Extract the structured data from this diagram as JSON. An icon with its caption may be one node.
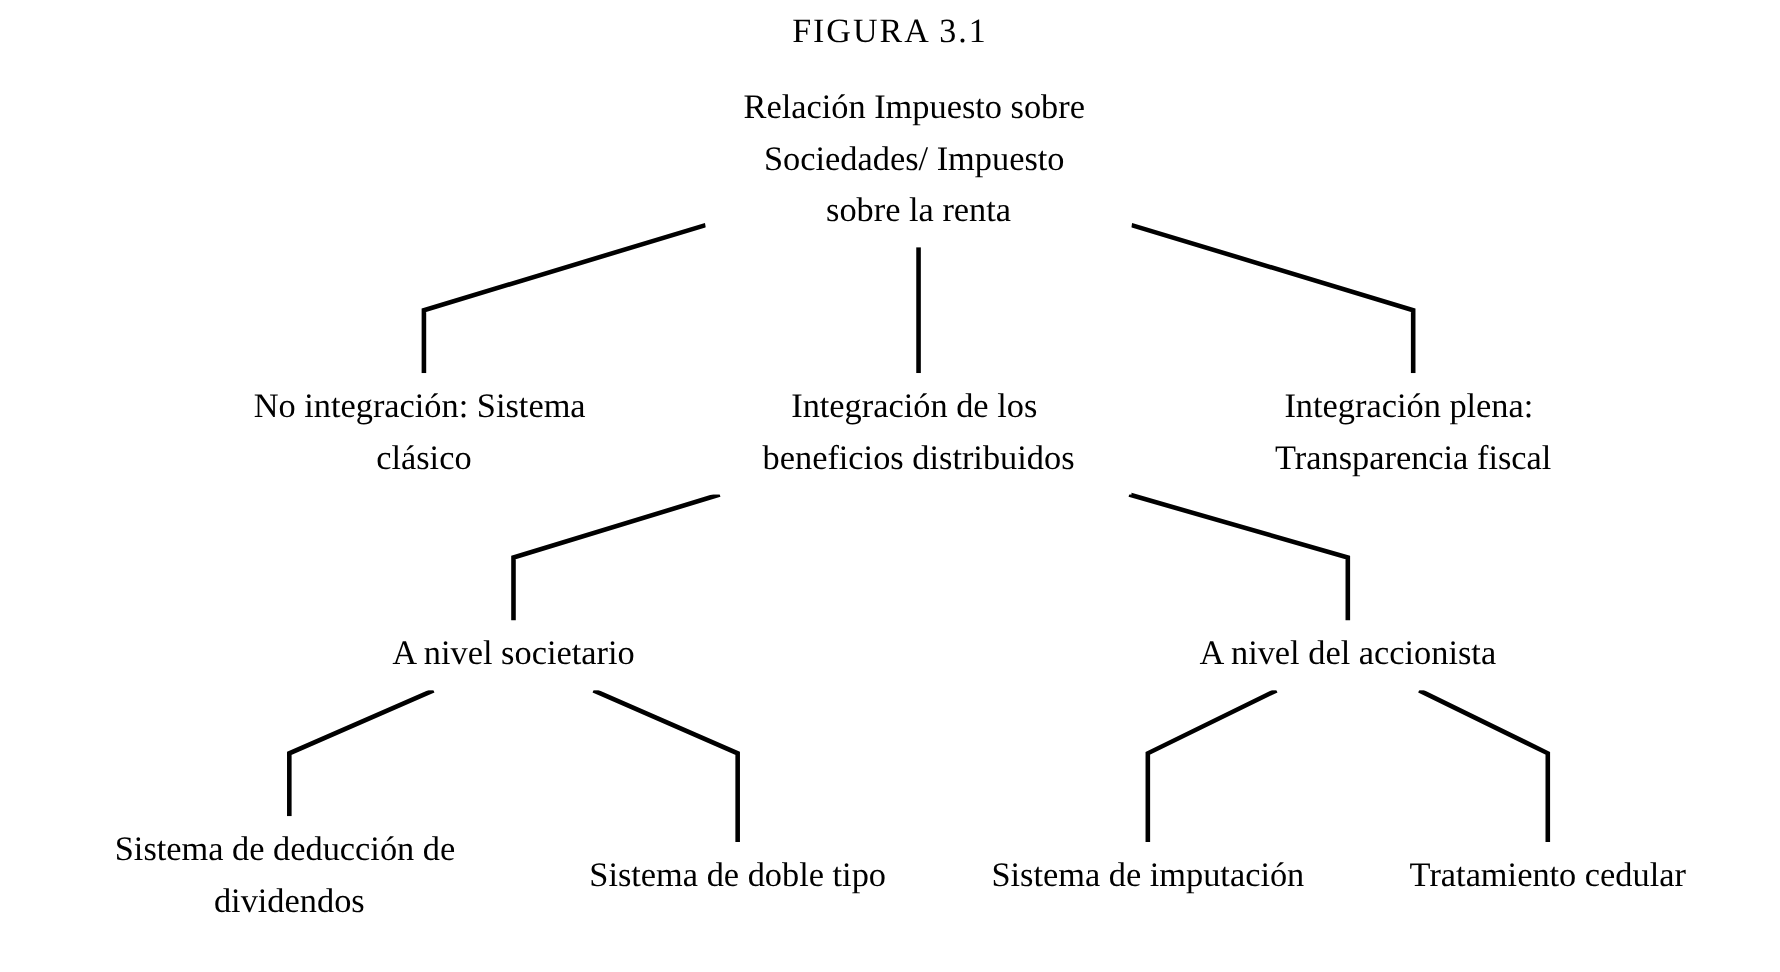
{
  "diagram": {
    "title": "FIGURA 3.1",
    "nodes": [
      {
        "text": [
          "Relación Impuesto sobre Sociedades/ Impuesto sobre la renta"
        ]
      },
      {
        "text": [
          "No integración: Sistema clásico"
        ]
      },
      {
        "text": [
          "Integración de los beneficios distribuidos"
        ]
      },
      {
        "text": [
          "Integración plena: Transparencia fiscal"
        ]
      },
      {
        "text": [
          "A nivel societario"
        ]
      },
      {
        "text": [
          "A nivel del accionista"
        ]
      },
      {
        "text": [
          "Sistema de deducción de dividendos"
        ]
      },
      {
        "text": [
          "Sistema de doble tipo"
        ]
      },
      {
        "text": [
          "Sistema de imputación"
        ]
      },
      {
        "text": [
          "Tratamiento cedular"
        ]
      }
    ],
    "edges": [
      {
        "from": 0,
        "to": 1,
        "arrow": "none"
      },
      {
        "from": 0,
        "to": 2,
        "arrow": "none"
      },
      {
        "from": 0,
        "to": 3,
        "arrow": "none"
      },
      {
        "from": 2,
        "to": 4,
        "arrow": "none"
      },
      {
        "from": 2,
        "to": 5,
        "arrow": "none"
      },
      {
        "from": 4,
        "to": 6,
        "arrow": "none"
      },
      {
        "from": 4,
        "to": 7,
        "arrow": "none"
      },
      {
        "from": 5,
        "to": 8,
        "arrow": "none"
      },
      {
        "from": 5,
        "to": 9,
        "arrow": "none"
      }
    ]
  }
}
